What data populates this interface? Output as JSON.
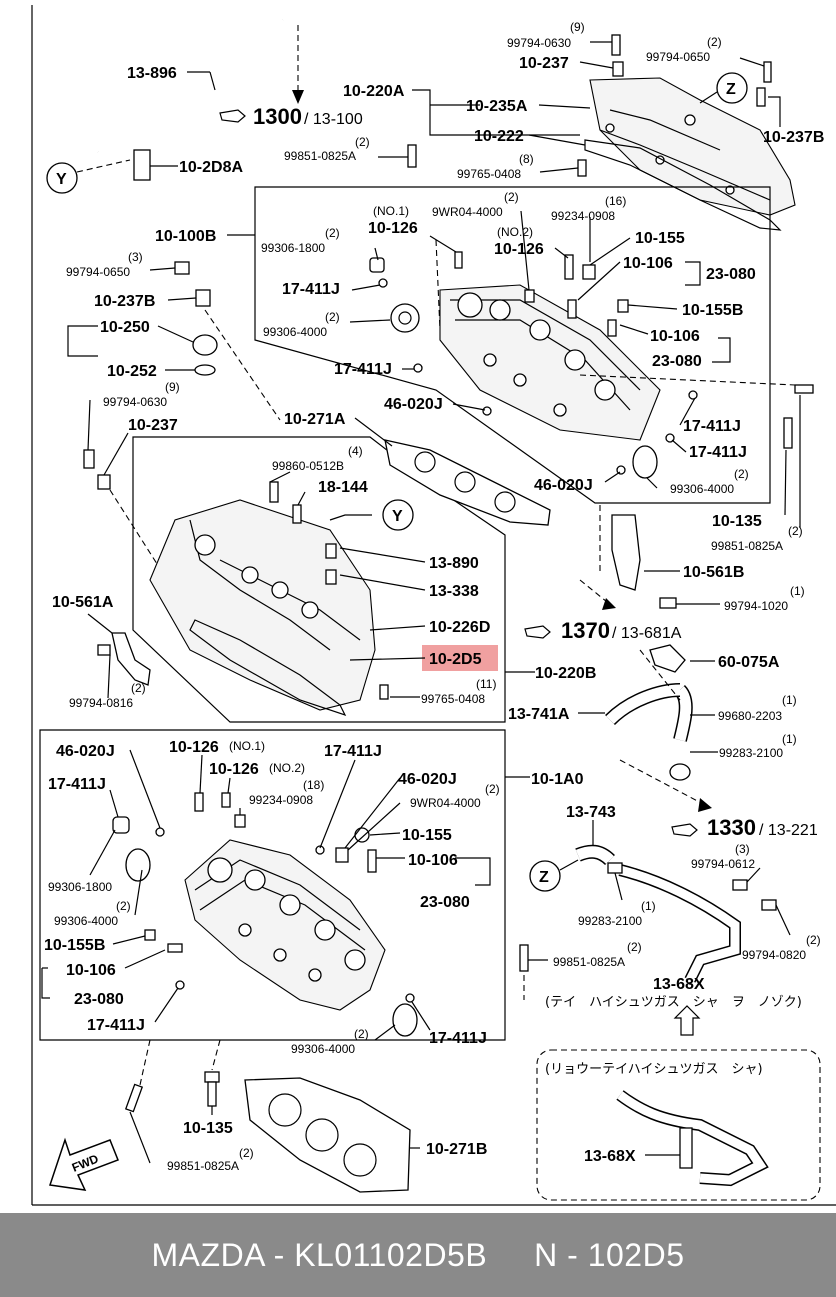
{
  "labels": {
    "l13896": "13-896",
    "l99794_0630a": "99794-0630",
    "q9a": "(9)",
    "l10237a": "10-237",
    "q2a": "(2)",
    "l99794_0650a": "99794-0650",
    "ref1300": "1300",
    "ref1300b": "/ 13-100",
    "l10220A": "10-220A",
    "l10235A": "10-235A",
    "l10222": "10-222",
    "l10237B_a": "10-237B",
    "q2b": "(2)",
    "l99851_0825A_a": "99851-0825A",
    "l102D8A": "10-2D8A",
    "q8": "(8)",
    "l99765_0408a": "99765-0408",
    "lNo1a": "(NO.1)",
    "q2c": "(2)",
    "l9WR04_4000a": "9WR04-4000",
    "q16": "(16)",
    "l99234_0908a": "99234-0908",
    "l10100B": "10-100B",
    "l10126a": "10-126",
    "q2d": "(2)",
    "l99306_1800a": "99306-1800",
    "lNo2a": "(NO.2)",
    "l10126b": "10-126",
    "l10155a": "10-155",
    "q3a": "(3)",
    "l99794_0650b": "99794-0650",
    "l17411J_a": "17-411J",
    "l10106a": "10-106",
    "l23080a": "23-080",
    "l10237B_b": "10-237B",
    "q2e": "(2)",
    "l99306_4000a": "99306-4000",
    "l10155B_a": "10-155B",
    "l10250": "10-250",
    "l10106b": "10-106",
    "l23080b": "23-080",
    "l17411J_b": "17-411J",
    "l10252": "10-252",
    "q9b": "(9)",
    "l99794_0630b": "99794-0630",
    "l46020J_a": "46-020J",
    "l17411J_c": "17-411J",
    "l10271A": "10-271A",
    "l10237b": "10-237",
    "l17411J_d": "17-411J",
    "q4": "(4)",
    "l99860_0512B": "99860-0512B",
    "l46020J_b": "46-020J",
    "q2f": "(2)",
    "l99306_4000b": "99306-4000",
    "l18144": "18-144",
    "l10135a": "10-135",
    "q2g": "(2)",
    "l99851_0825A_b": "99851-0825A",
    "l13890": "13-890",
    "l10561B": "10-561B",
    "l13338": "13-338",
    "l10561A": "10-561A",
    "q1a": "(1)",
    "l99794_1020": "99794-1020",
    "l10226D": "10-226D",
    "ref1370": "1370",
    "ref1370b": "/ 13-681A",
    "l102D5": "10-2D5",
    "l60075A": "60-075A",
    "q2h": "(2)",
    "l99794_0816": "99794-0816",
    "l10220B": "10-220B",
    "q11": "(11)",
    "l99765_0408b": "99765-0408",
    "l13741A": "13-741A",
    "q1b": "(1)",
    "l99680_2203": "99680-2203",
    "q1c": "(1)",
    "l99283_2100a": "99283-2100",
    "l46020J_c": "46-020J",
    "l10126c": "10-126",
    "lNo1b": "(NO.1)",
    "l17411J_e": "17-411J",
    "l10126d": "10-126",
    "lNo2b": "(NO.2)",
    "l10_1A0": "10-1A0",
    "l17411J_f": "17-411J",
    "q18": "(18)",
    "l99234_0908b": "99234-0908",
    "l46020J_d": "46-020J",
    "q2i": "(2)",
    "l9WR04_4000b": "9WR04-4000",
    "ref1330": "1330",
    "ref1330b": "/ 13-221",
    "l10155b": "10-155",
    "l13743": "13-743",
    "l10106c": "10-106",
    "q3b": "(3)",
    "l99794_0612": "99794-0612",
    "l99306_1800b": "99306-1800",
    "l23080c": "23-080",
    "q2j": "(2)",
    "l99306_4000c": "99306-4000",
    "l99283_2100b": "99283-2100",
    "q1d": "(1)",
    "q2k": "(2)",
    "l99794_0820": "99794-0820",
    "l10155B_b": "10-155B",
    "q2l": "(2)",
    "l99851_0825A_c": "99851-0825A",
    "l10106d": "10-106",
    "l13_68X_a": "13-68X",
    "jp_a": "(テイ　ハイシュツガス　シャ　ヲ　ノゾク)",
    "l23080d": "23-080",
    "l17411J_g": "17-411J",
    "q2m": "(2)",
    "l99306_4000d": "99306-4000",
    "l17411J_h": "17-411J",
    "jp_b": "(リョウーテイハイシュツガス　シャ)",
    "l10135b": "10-135",
    "q2n": "(2)",
    "l99851_0825A_d": "99851-0825A",
    "l10271B": "10-271B",
    "l13_68X_b": "13-68X",
    "fwd": "FWD",
    "circY": "Y",
    "circZ": "Z"
  },
  "footer": {
    "text": "MAZDA - KL01102D5B     N - 102D5"
  },
  "colors": {
    "highlight": "#f0a0a0",
    "footer_bg": "#8a8a8a",
    "footer_text": "#ffffff"
  }
}
